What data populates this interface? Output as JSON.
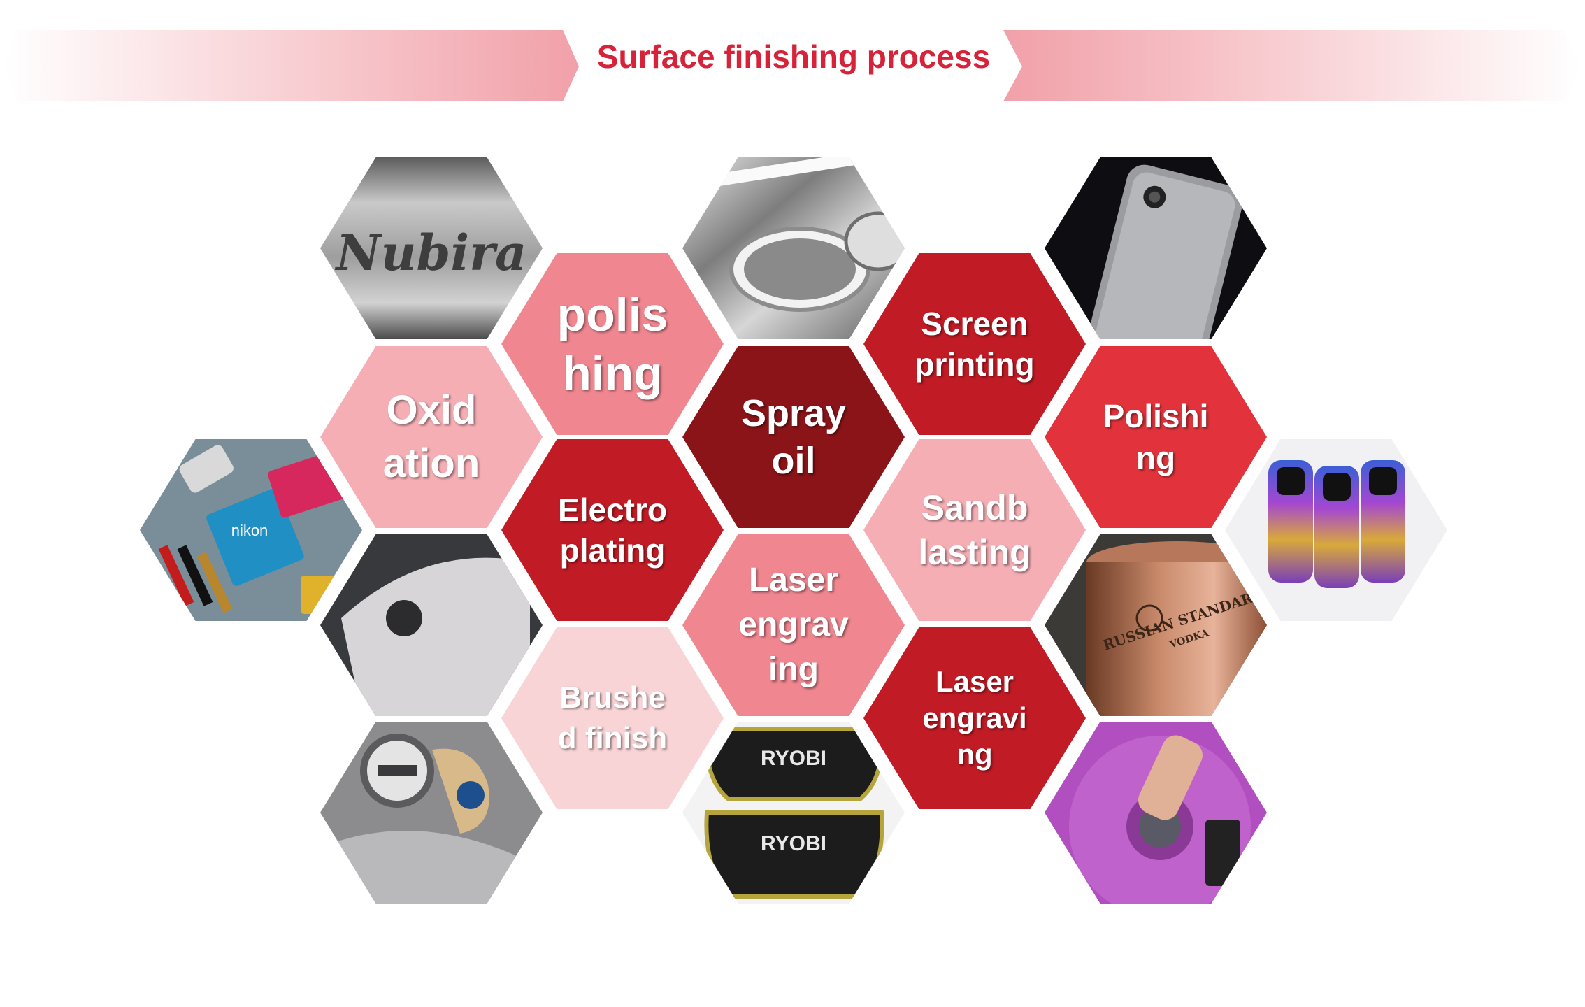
{
  "header": {
    "title": "Surface finishing process"
  },
  "labels": {
    "polishing_main": "polis\nhing",
    "screen_printing": "Screen\nprinting",
    "oxidation": "Oxid\nation",
    "spray_oil": "Spray\noil",
    "polishing_red": "Polishi\nng",
    "electroplating": "Electro\nplating",
    "sandblasting": "Sandb\nlasting",
    "laser_engraving_pink": "Laser\nengrav\ning",
    "brushed_finish": "Brushe\nd finish",
    "laser_engraving_red": "Laser\nengravi\nng"
  },
  "photo_text": {
    "nubira": "Nubira",
    "nikon": "nikon",
    "ryobi_top": "RYOBI",
    "ryobi_bottom": "RYOBI",
    "russian_standard": "RUSSIAN STANDARD",
    "vodka": "VODKA"
  },
  "colors": {
    "title_red": "#d6233a",
    "banner_pink": "#f1a0a8",
    "hex_salmon": "#ef8690",
    "hex_dark_red": "#c11b25",
    "hex_maroon": "#8a1418",
    "hex_bright_red": "#e2333c",
    "hex_light_pink": "#f4aeb4",
    "hex_pale_pink": "#f9d4d7"
  }
}
